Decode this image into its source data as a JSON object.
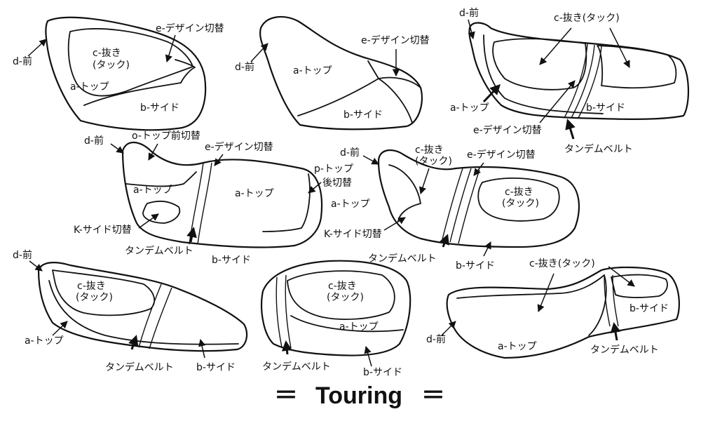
{
  "labels": {
    "d_mae": "d-前",
    "c_tack": "c-抜き",
    "c_tack_paren": "(タック)",
    "c_tack_inline": "c-抜き(タック)",
    "a_top": "a-トップ",
    "b_side": "b-サイド",
    "e_design": "e-デザイン切替",
    "o_top_mae": "o-トップ前切替",
    "p_top": "p-トップ",
    "p_top_2": "後切替",
    "k_side": "K-サイド切替",
    "tandem": "タンデムベルト"
  },
  "footer": {
    "eq_left": "＝",
    "title": "Touring",
    "eq_right": "＝"
  }
}
